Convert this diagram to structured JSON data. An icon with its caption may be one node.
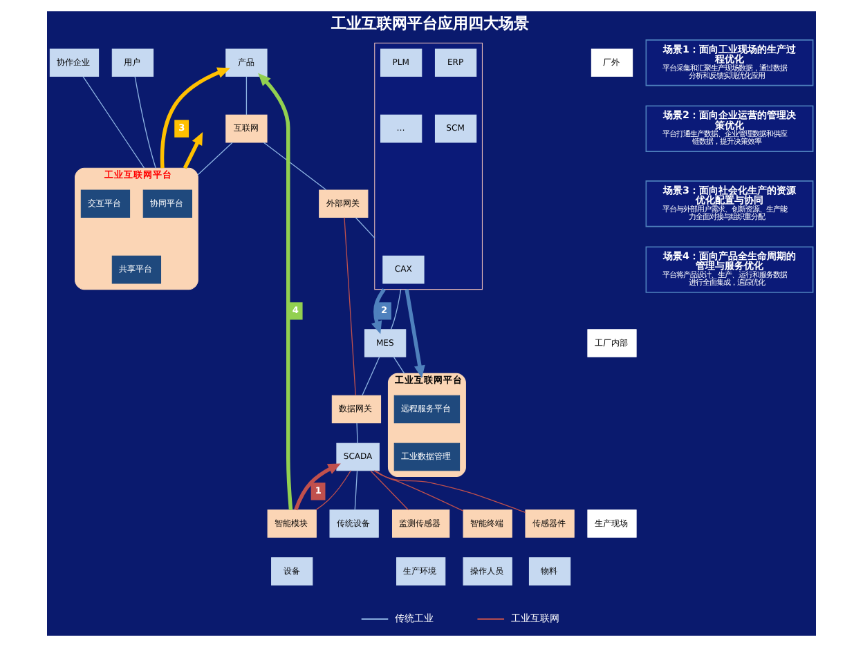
{
  "diagram": {
    "title": "工业互联网平台应用四大场景",
    "nodes": [
      {
        "text": [
          "协作企业"
        ]
      },
      {
        "text": [
          "用户"
        ]
      },
      {
        "text": [
          "产品"
        ]
      },
      {
        "text": [
          "工业互联网平台"
        ]
      },
      {
        "text": [
          "协同平台"
        ],
        "in": 3
      },
      {
        "text": [
          "交互平台"
        ],
        "in": 3
      },
      {
        "text": [
          "共享平台"
        ],
        "in": 3
      },
      {
        "text": [
          "互联网"
        ]
      },
      {
        "text": [
          "外部网关"
        ]
      },
      {
        "text": [
          "工业互联网平台"
        ]
      },
      {
        "text": [
          "远程服务平台"
        ],
        "in": 9
      },
      {
        "text": [
          "工业数据管理"
        ],
        "in": 9
      },
      {
        "text": [],
        "shape": "box"
      },
      {
        "text": [
          "CAX"
        ],
        "in": 12
      },
      {
        "text": [
          "ERP"
        ],
        "in": 12
      },
      {
        "text": [
          "PLM"
        ],
        "in": 12
      },
      {
        "text": [
          "SCM"
        ],
        "in": 12
      },
      {
        "text": [
          "…"
        ],
        "in": 12
      },
      {
        "text": [
          "MES"
        ]
      },
      {
        "text": [
          "数据网关"
        ]
      },
      {
        "text": [
          "SCADA"
        ]
      },
      {
        "text": [
          "传统设备"
        ]
      },
      {
        "text": [
          "监测传感器"
        ]
      },
      {
        "text": [
          "智能终端"
        ]
      },
      {
        "text": [
          "传感器件"
        ]
      },
      {
        "text": [
          "智能模块"
        ]
      },
      {
        "text": [
          "生产环境"
        ]
      },
      {
        "text": [
          "操作人员"
        ]
      },
      {
        "text": [
          "物料"
        ]
      },
      {
        "text": [
          "设备"
        ]
      },
      {
        "text": [
          "厂外"
        ]
      },
      {
        "text": [
          "工厂内部"
        ]
      },
      {
        "text": [
          "生产现场"
        ]
      },
      {
        "text": [
          "场景1：面向工业现场的生产过程优化",
          "平台采集和汇聚生产现场数据，通过数据分析和反馈实现优化应用"
        ]
      },
      {
        "text": [
          "场景2：面向企业运营的管理决策优化",
          "平台打通生产数据、企业管理数据和供应链数据，提升决策效率"
        ]
      },
      {
        "text": [
          "场景3：面向社会化生产的资源优化配置与协同",
          "平台与外部用户需求、创新资源、生产能力全面对接与组织重分配"
        ]
      },
      {
        "text": [
          "场景4：面向产品全生命周期的管理与服务优化",
          "平台将产品设计、生产、运行和服务数据进行全面集成，追踪优化"
        ]
      }
    ],
    "edges": [
      {
        "from": 0,
        "to": 3,
        "arrow": "none"
      },
      {
        "from": 1,
        "to": 3,
        "arrow": "none"
      },
      {
        "from": 2,
        "to": 7,
        "arrow": "none"
      },
      {
        "from": 7,
        "to": 3,
        "arrow": "none"
      },
      {
        "from": 7,
        "to": 8,
        "arrow": "none"
      },
      {
        "from": 8,
        "to": 12,
        "arrow": "none"
      },
      {
        "from": 12,
        "to": 18,
        "arrow": "none"
      },
      {
        "from": 18,
        "to": 9,
        "arrow": "none"
      },
      {
        "from": 18,
        "to": 19,
        "arrow": "none"
      },
      {
        "from": 19,
        "to": 20,
        "arrow": "none"
      },
      {
        "from": 20,
        "to": 21,
        "arrow": "none"
      },
      {
        "from": 20,
        "to": 22,
        "arrow": "none",
        "color": "#c0504d"
      },
      {
        "from": 20,
        "to": 23,
        "arrow": "none",
        "color": "#c0504d"
      },
      {
        "from": 20,
        "to": 24,
        "arrow": "none",
        "color": "#c0504d"
      },
      {
        "from": 20,
        "to": 25,
        "arrow": "none",
        "color": "#c0504d"
      },
      {
        "from": 8,
        "to": 19,
        "arrow": "none",
        "color": "#c0504d"
      },
      {
        "from": 3,
        "to": null,
        "arrow": "to",
        "style": "thick",
        "color": "#ffc000"
      },
      {
        "from": 3,
        "to": 2,
        "arrow": "to",
        "label": "3",
        "style": "thick",
        "color": "#ffc000"
      },
      {
        "from": 12,
        "to": 18,
        "arrow": "to",
        "label": "2",
        "style": "thick",
        "color": "#4f81bd"
      },
      {
        "from": 12,
        "to": 9,
        "arrow": "to",
        "style": "thick",
        "color": "#4f81bd"
      },
      {
        "from": 25,
        "to": 20,
        "arrow": "to",
        "label": "1",
        "style": "thick",
        "color": "#c0504d"
      },
      {
        "from": 25,
        "to": 2,
        "arrow": "to",
        "label": "4",
        "style": "thick",
        "color": "#92d050"
      }
    ],
    "legend": [
      {
        "text": "传统工业"
      },
      {
        "text": "工业互联网"
      }
    ]
  }
}
